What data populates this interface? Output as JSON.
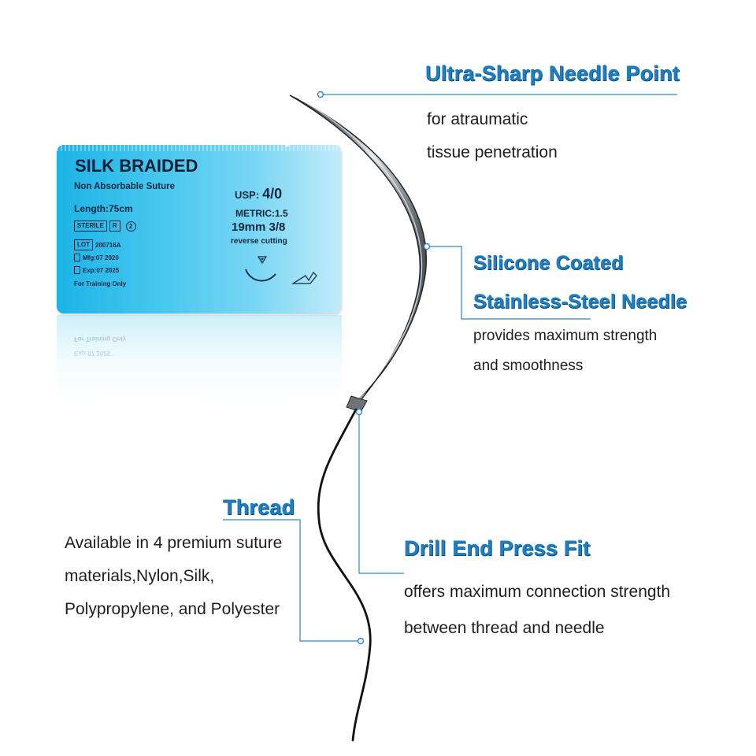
{
  "features": {
    "needle_point": {
      "title": "Ultra-Sharp Needle Point",
      "lines": [
        "for  atraumatic",
        "tissue penetration"
      ]
    },
    "coating": {
      "title_lines": [
        "Silicone Coated",
        "Stainless-Steel Needle"
      ],
      "lines": [
        "provides maximum strength",
        "and smoothness"
      ]
    },
    "thread": {
      "title": "Thread",
      "lines": [
        "Available in 4 premium suture",
        "materials,Nylon,Silk,",
        "Polypropylene, and Polyester"
      ]
    },
    "drill_end": {
      "title": "Drill End Press Fit",
      "lines": [
        "offers maximum connection strength",
        "between thread and needle"
      ]
    }
  },
  "package": {
    "title": "SILK BRAIDED",
    "subtitle": "Non Absorbable Suture",
    "length": "Length:75cm",
    "symbols": [
      "STERILE",
      "R",
      "2"
    ],
    "lot_label": "LOT",
    "lot": "200716A",
    "mfg": "Mfg:07 2020",
    "exp": "Exp:07 2025",
    "note": "For Training Only",
    "usp_label": "USP:",
    "usp_value": "4/0",
    "metric": "METRIC:1.5",
    "needle_size": "19mm 3/8",
    "needle_type": "reverse cutting"
  },
  "colors": {
    "heading": "#1f7fc2",
    "callout_line": "#2e86c8",
    "needle": "#3a3d40",
    "thread": "#111111",
    "package": "#2ab8e8"
  }
}
